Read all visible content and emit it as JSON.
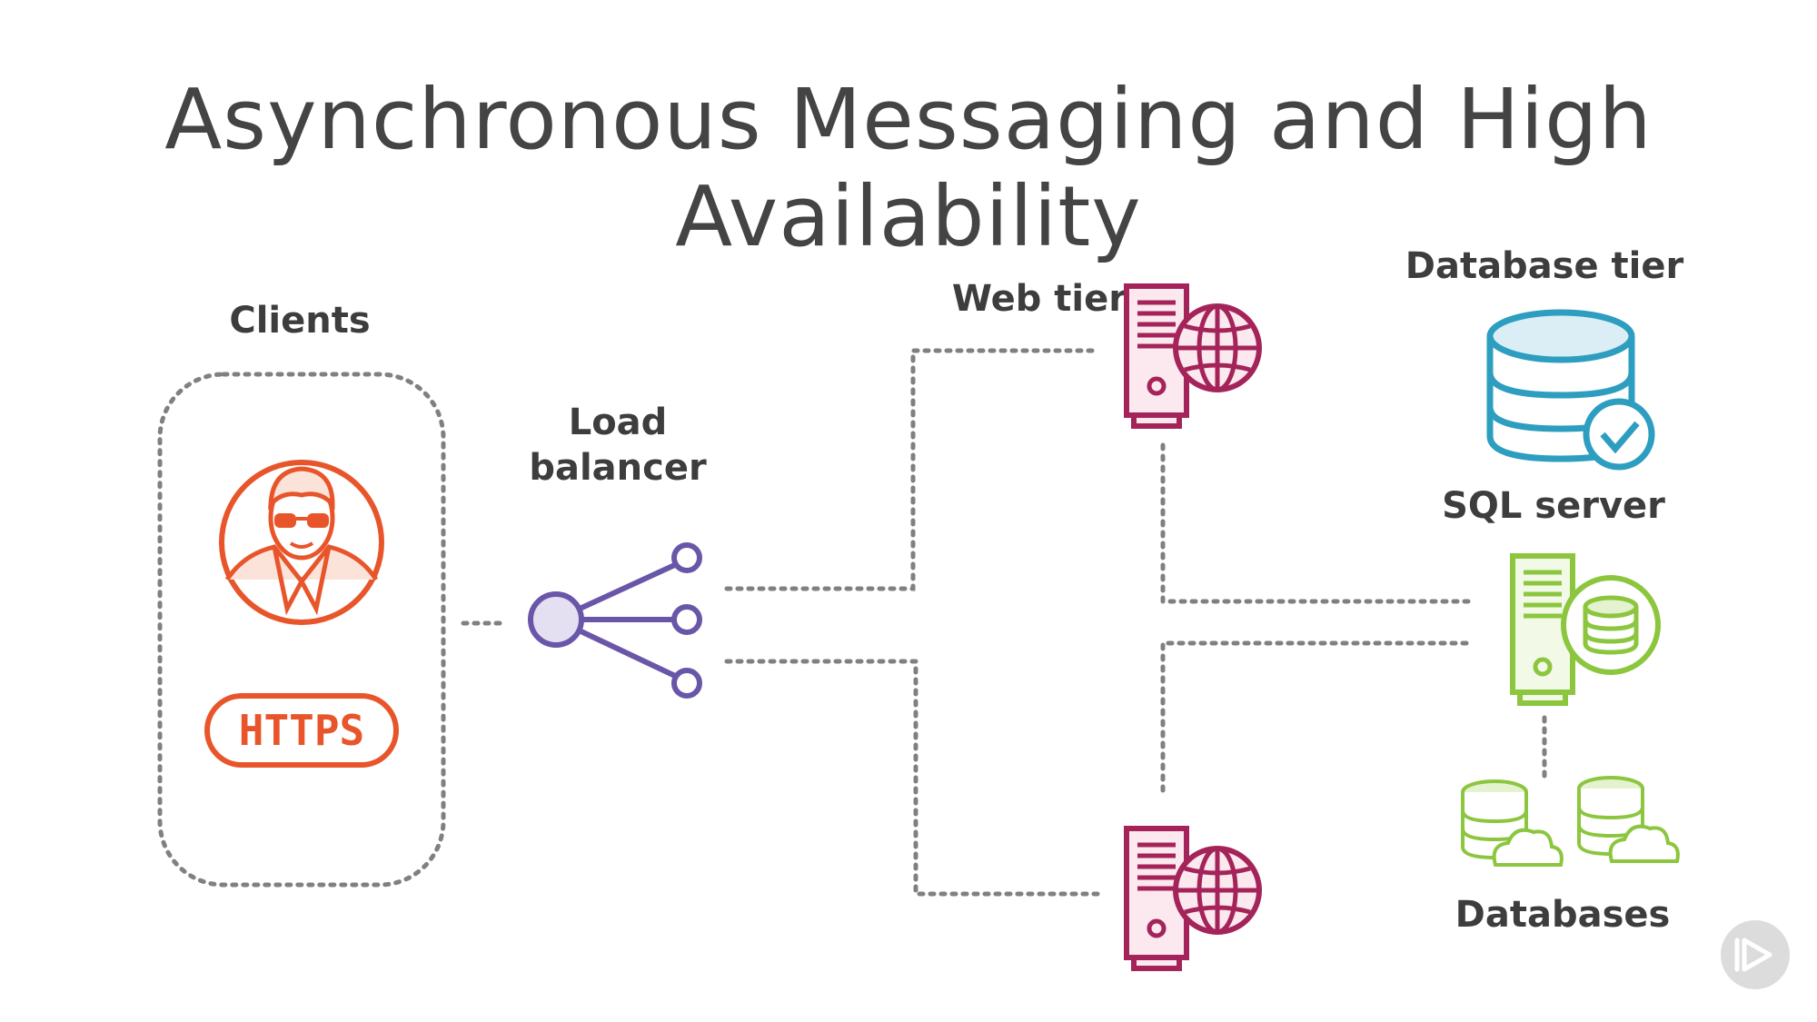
{
  "title": "Asynchronous Messaging and High Availability",
  "labels": {
    "clients": "Clients",
    "load_balancer_line1": "Load",
    "load_balancer_line2": "balancer",
    "web_tier": "Web tier",
    "database_tier": "Database tier",
    "sql_server": "SQL server",
    "databases": "Databases",
    "https": "HTTPS"
  },
  "icons": {
    "client": "user-sunglasses-icon",
    "https": "https-badge-icon",
    "load_balancer": "load-balancer-icon",
    "web_server": "web-server-globe-icon",
    "sql_database": "database-check-icon",
    "sql_server": "database-server-icon",
    "cloud_database": "cloud-database-icon",
    "play": "play-icon"
  },
  "colors": {
    "client": "#e8552a",
    "load_balancer": "#6a56a8",
    "web_server": "#a4245a",
    "database_tier": "#2d9ec0",
    "sql_server": "#8cc63f",
    "connector": "#808080",
    "text": "#3d3d3d"
  }
}
